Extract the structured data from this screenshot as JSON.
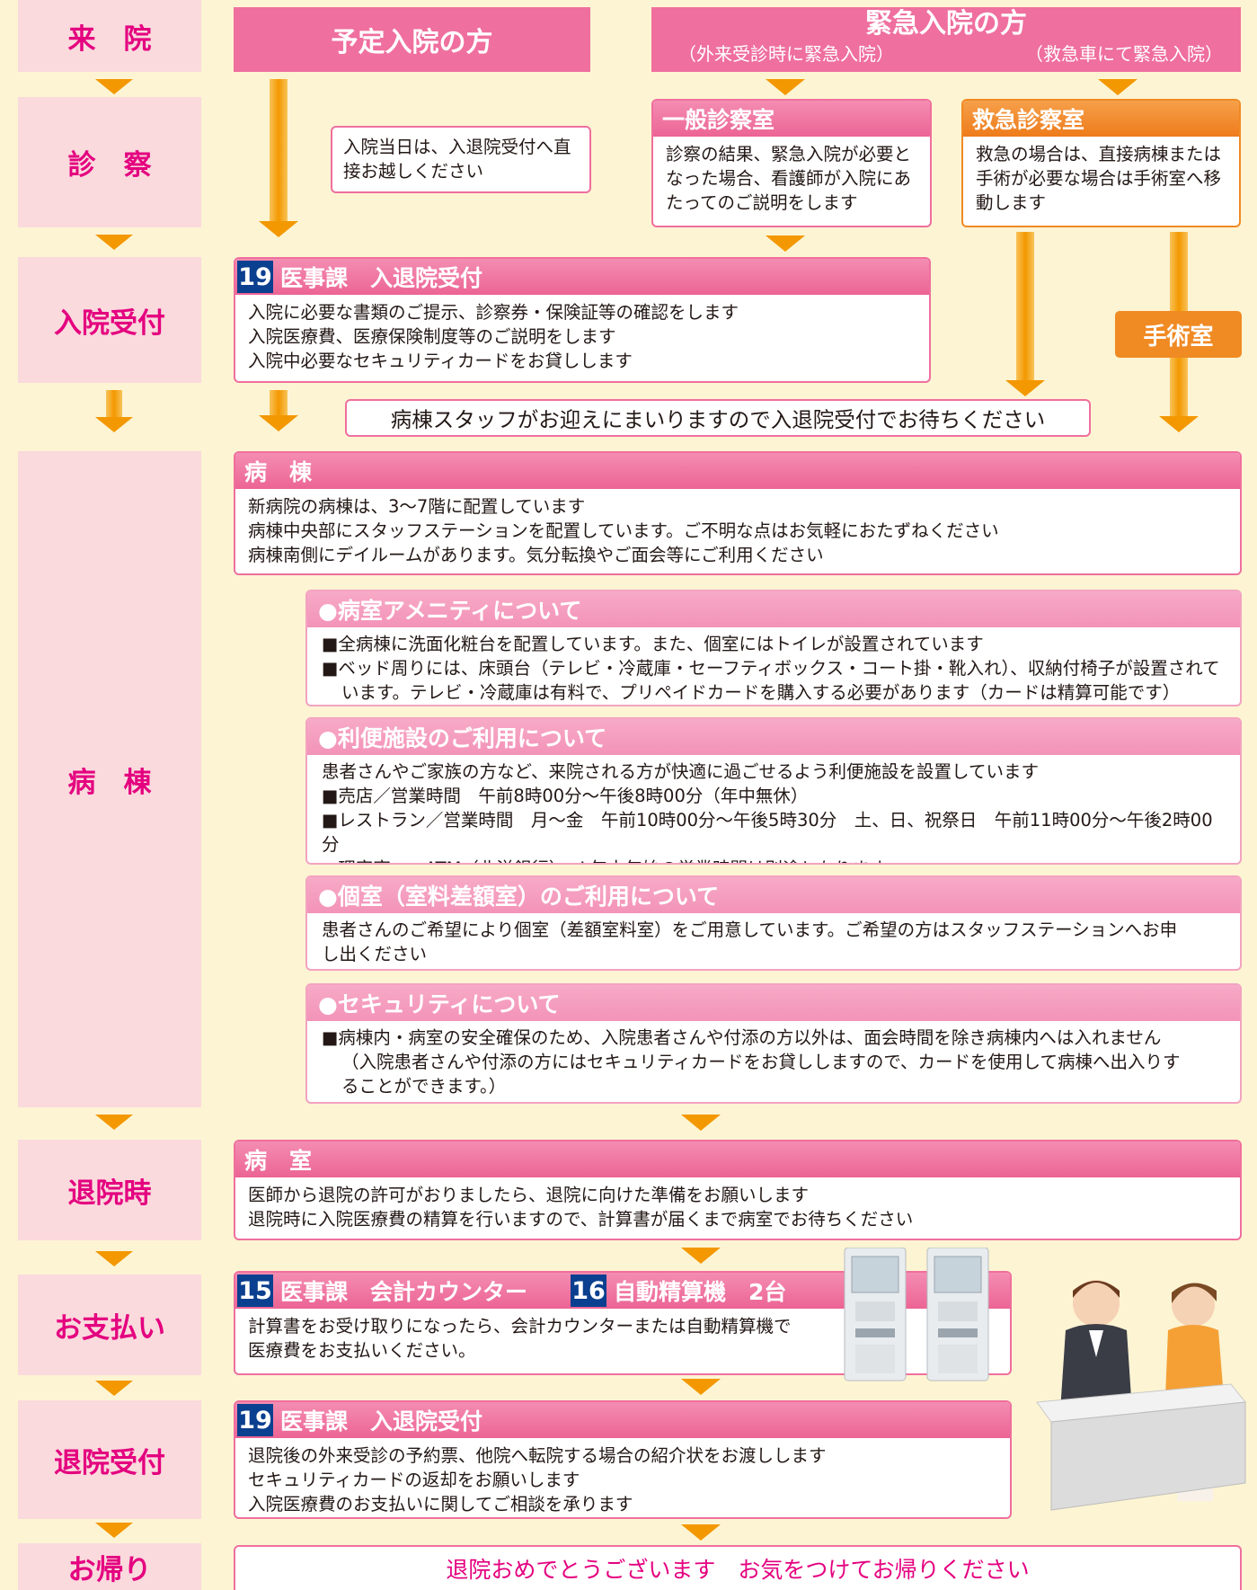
{
  "steps": {
    "visit": "来　院",
    "exam": "診　察",
    "admission": "入院受付",
    "ward": "病　棟",
    "discharge_time": "退院時",
    "payment": "お支払い",
    "discharge_desk": "退院受付",
    "go_home": "お帰り"
  },
  "planned": {
    "title": "予定入院の方",
    "note": "入院当日は、入退院受付へ直接お越しください"
  },
  "emergency": {
    "title": "緊急入院の方",
    "sub1": "（外来受診時に緊急入院）",
    "sub2": "（救急車にて緊急入院）",
    "general": {
      "title": "一般診察室",
      "body": "診察の結果、緊急入院が必要となった場合、看護師が入院にあたってのご説明をします"
    },
    "er": {
      "title": "救急診察室",
      "body": "救急の場合は、直接病棟または手術が必要な場合は手術室へ移動します"
    },
    "surgery": "手術室"
  },
  "admission_box": {
    "num": "19",
    "title": "医事課　入退院受付",
    "lines": [
      "入院に必要な書類のご提示、診察券・保険証等の確認をします",
      "入院医療費、医療保険制度等のご説明をします",
      "入院中必要なセキュリティカードをお貸しします"
    ]
  },
  "wait_msg": "病棟スタッフがお迎えにまいりますので入退院受付でお待ちください",
  "ward_box": {
    "title": "病　棟",
    "lines": [
      "新病院の病棟は、3～7階に配置しています",
      "病棟中央部にスタッフステーションを配置しています。ご不明な点はお気軽におたずねください",
      "病棟南側にデイルームがあります。気分転換やご面会等にご利用ください"
    ]
  },
  "amenity": {
    "title": "●病室アメニティについて",
    "l1": "■全病棟に洗面化粧台を配置しています。また、個室にはトイレが設置されています",
    "l2": "■ベッド周りには、床頭台（テレビ・冷蔵庫・セーフティボックス・コート掛・靴入れ）、収納付椅子が設置されて",
    "l3": "います。テレビ・冷蔵庫は有料で、プリペイドカードを購入する必要があります（カードは精算可能です）"
  },
  "facility": {
    "title": "●利便施設のご利用について",
    "lines": [
      "患者さんやご家族の方など、来院される方が快適に過ごせるよう利便施設を設置しています",
      "■売店／営業時間　午前8時00分～午後8時00分（年中無休）",
      "■レストラン／営業時間　月～金　午前10時00分～午後5時30分　土、日、祝祭日　午前11時00分～午後2時00分",
      "■理容室　■ATM（北洋銀行）　※年末年始の営業時間は別途となります"
    ]
  },
  "private_room": {
    "title": "●個室（室料差額室）のご利用について",
    "l1": "患者さんのご希望により個室（差額室料室）をご用意しています。ご希望の方はスタッフステーションへお申",
    "l2": "し出ください"
  },
  "security": {
    "title": "●セキュリティについて",
    "l1": "■病棟内・病室の安全確保のため、入院患者さんや付添の方以外は、面会時間を除き病棟内へは入れません",
    "l2": "（入院患者さんや付添の方にはセキュリティカードをお貸ししますので、カードを使用して病棟へ出入りす",
    "l3": "ることができます。）"
  },
  "room_box": {
    "title": "病　室",
    "lines": [
      "医師から退院の許可がおりましたら、退院に向けた準備をお願いします",
      "退院時に入院医療費の精算を行いますので、計算書が届くまで病室でお待ちください"
    ]
  },
  "payment_box": {
    "num1": "15",
    "title1": "医事課　会計カウンター",
    "num2": "16",
    "title2": "自動精算機　2台",
    "lines": [
      "計算書をお受け取りになったら、会計カウンターまたは自動精算機で",
      "医療費をお支払いください。"
    ]
  },
  "discharge_box": {
    "num": "19",
    "title": "医事課　入退院受付",
    "lines": [
      "退院後の外来受診の予約票、他院へ転院する場合の紹介状をお渡しします",
      "セキュリティカードの返却をお願いします",
      "入院医療費のお支払いに関してご相談を承ります"
    ]
  },
  "farewell": "退院おめでとうございます　お気をつけてお帰りください",
  "colors": {
    "pink": "#ef6f9e",
    "orange": "#f39800",
    "navy": "#0b3f8f",
    "cream": "#fdf4d3"
  }
}
